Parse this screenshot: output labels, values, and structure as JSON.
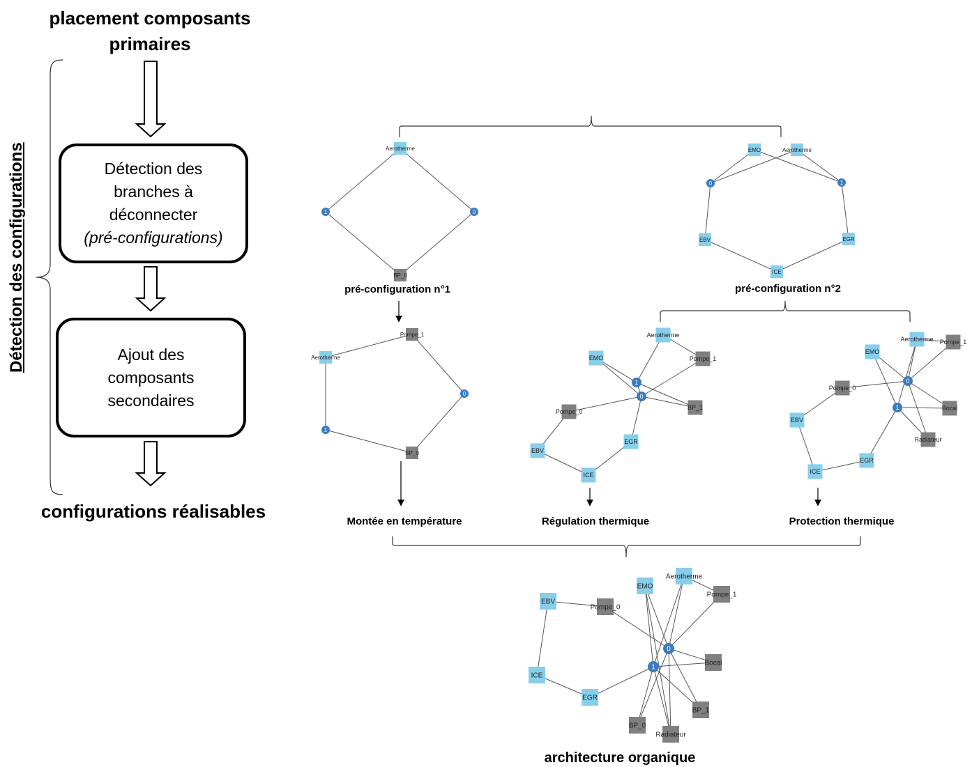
{
  "left": {
    "top_title": "placement composants primaires",
    "box1": {
      "line1": "Détection des",
      "line2": "branches à",
      "line3": "déconnecter",
      "line4": "(pré-configurations)"
    },
    "box2": {
      "line1": "Ajout des",
      "line2": "composants",
      "line3": "secondaires"
    },
    "bottom_title": "configurations réalisables",
    "vertical_title": "Détection des configurations"
  },
  "captions": {
    "pre1": "pré-configuration n°1",
    "pre2": "pré-configuration n°2",
    "mode1": "Montée en température",
    "mode2": "Régulation thermique",
    "mode3": "Protection thermique",
    "final": "architecture organique"
  },
  "colors": {
    "component_node": "#87ceeb",
    "secondary_node": "#808080",
    "junction_node": "#3b7bbf",
    "edge": "#555555"
  },
  "graphs": [
    {
      "id": "pre1",
      "nodes": [
        {
          "id": "Aerotherme",
          "label": "Aerotherme",
          "kind": "component"
        },
        {
          "id": "1",
          "label": "1",
          "kind": "junction"
        },
        {
          "id": "0",
          "label": "0",
          "kind": "junction"
        },
        {
          "id": "BP_0",
          "label": "BP_0",
          "kind": "secondary"
        }
      ],
      "edges": [
        [
          "Aerotherme",
          "1"
        ],
        [
          "Aerotherme",
          "0"
        ],
        [
          "1",
          "BP_0"
        ],
        [
          "0",
          "BP_0"
        ]
      ]
    },
    {
      "id": "pre2",
      "nodes": [
        {
          "id": "EMO",
          "label": "EMO",
          "kind": "component"
        },
        {
          "id": "Aerotherme",
          "label": "Aerotherme",
          "kind": "component"
        },
        {
          "id": "0",
          "label": "0",
          "kind": "junction"
        },
        {
          "id": "1",
          "label": "1",
          "kind": "junction"
        },
        {
          "id": "EBV",
          "label": "EBV",
          "kind": "component"
        },
        {
          "id": "EGR",
          "label": "EGR",
          "kind": "component"
        },
        {
          "id": "ICE",
          "label": "ICE",
          "kind": "component"
        }
      ],
      "edges": [
        [
          "0",
          "EMO"
        ],
        [
          "0",
          "Aerotherme"
        ],
        [
          "1",
          "EMO"
        ],
        [
          "1",
          "Aerotherme"
        ],
        [
          "0",
          "EBV"
        ],
        [
          "1",
          "EGR"
        ],
        [
          "EBV",
          "ICE"
        ],
        [
          "EGR",
          "ICE"
        ]
      ]
    },
    {
      "id": "mode1",
      "nodes": [
        {
          "id": "Pompe_1",
          "label": "Pompe_1",
          "kind": "secondary"
        },
        {
          "id": "Aerotherme",
          "label": "Aerotherme",
          "kind": "component"
        },
        {
          "id": "0",
          "label": "0",
          "kind": "junction"
        },
        {
          "id": "1",
          "label": "1",
          "kind": "junction"
        },
        {
          "id": "BP_0",
          "label": "BP_0",
          "kind": "secondary"
        }
      ],
      "edges": [
        [
          "Aerotherme",
          "Pompe_1"
        ],
        [
          "Pompe_1",
          "0"
        ],
        [
          "Aerotherme",
          "1"
        ],
        [
          "1",
          "BP_0"
        ],
        [
          "0",
          "BP_0"
        ]
      ]
    },
    {
      "id": "mode2",
      "nodes": [
        {
          "id": "Aerotherme",
          "label": "Aerotherme",
          "kind": "component"
        },
        {
          "id": "EMO",
          "label": "EMO",
          "kind": "component"
        },
        {
          "id": "Pompe_1",
          "label": "Pompe_1",
          "kind": "secondary"
        },
        {
          "id": "1",
          "label": "1",
          "kind": "junction"
        },
        {
          "id": "0",
          "label": "0",
          "kind": "junction"
        },
        {
          "id": "BP_1",
          "label": "BP_1",
          "kind": "secondary"
        },
        {
          "id": "Pompe_0",
          "label": "Pompe_0",
          "kind": "secondary"
        },
        {
          "id": "EGR",
          "label": "EGR",
          "kind": "component"
        },
        {
          "id": "EBV",
          "label": "EBV",
          "kind": "component"
        },
        {
          "id": "ICE",
          "label": "ICE",
          "kind": "component"
        }
      ],
      "edges": [
        [
          "Aerotherme",
          "Pompe_1"
        ],
        [
          "Aerotherme",
          "1"
        ],
        [
          "EMO",
          "1"
        ],
        [
          "EMO",
          "0"
        ],
        [
          "1",
          "BP_1"
        ],
        [
          "0",
          "BP_1"
        ],
        [
          "0",
          "Pompe_1"
        ],
        [
          "0",
          "Pompe_0"
        ],
        [
          "0",
          "EGR"
        ],
        [
          "Pompe_0",
          "EBV"
        ],
        [
          "EBV",
          "ICE"
        ],
        [
          "EGR",
          "ICE"
        ],
        [
          "1",
          "0"
        ]
      ]
    },
    {
      "id": "mode3",
      "nodes": [
        {
          "id": "Aerotherme",
          "label": "Aerotherme",
          "kind": "component"
        },
        {
          "id": "Pompe_1",
          "label": "Pompe_1",
          "kind": "secondary"
        },
        {
          "id": "EMO",
          "label": "EMO",
          "kind": "component"
        },
        {
          "id": "Pompe_0",
          "label": "Pompe_0",
          "kind": "secondary"
        },
        {
          "id": "0",
          "label": "0",
          "kind": "junction"
        },
        {
          "id": "1",
          "label": "1",
          "kind": "junction"
        },
        {
          "id": "Bocal",
          "label": "Bocal",
          "kind": "secondary"
        },
        {
          "id": "EBV",
          "label": "EBV",
          "kind": "component"
        },
        {
          "id": "Radiateur",
          "label": "Radiateur",
          "kind": "secondary"
        },
        {
          "id": "EGR",
          "label": "EGR",
          "kind": "component"
        },
        {
          "id": "ICE",
          "label": "ICE",
          "kind": "component"
        }
      ],
      "edges": [
        [
          "Aerotherme",
          "Pompe_1"
        ],
        [
          "Aerotherme",
          "0"
        ],
        [
          "Aerotherme",
          "1"
        ],
        [
          "Pompe_1",
          "0"
        ],
        [
          "EMO",
          "0"
        ],
        [
          "EMO",
          "1"
        ],
        [
          "Pompe_0",
          "0"
        ],
        [
          "0",
          "Bocal"
        ],
        [
          "1",
          "Bocal"
        ],
        [
          "0",
          "Radiateur"
        ],
        [
          "1",
          "Radiateur"
        ],
        [
          "1",
          "EGR"
        ],
        [
          "Pompe_0",
          "EBV"
        ],
        [
          "EBV",
          "ICE"
        ],
        [
          "EGR",
          "ICE"
        ]
      ]
    },
    {
      "id": "final",
      "nodes": [
        {
          "id": "Aerotherme",
          "label": "Aerotherme",
          "kind": "component"
        },
        {
          "id": "EMO",
          "label": "EMO",
          "kind": "component"
        },
        {
          "id": "Pompe_1",
          "label": "Pompe_1",
          "kind": "secondary"
        },
        {
          "id": "EBV",
          "label": "EBV",
          "kind": "component"
        },
        {
          "id": "Pompe_0",
          "label": "Pompe_0",
          "kind": "secondary"
        },
        {
          "id": "0",
          "label": "0",
          "kind": "junction"
        },
        {
          "id": "Bocal",
          "label": "Bocal",
          "kind": "secondary"
        },
        {
          "id": "1",
          "label": "1",
          "kind": "junction"
        },
        {
          "id": "ICE",
          "label": "ICE",
          "kind": "component"
        },
        {
          "id": "EGR",
          "label": "EGR",
          "kind": "component"
        },
        {
          "id": "BP_1",
          "label": "BP_1",
          "kind": "secondary"
        },
        {
          "id": "BP_0",
          "label": "BP_0",
          "kind": "secondary"
        },
        {
          "id": "Radiateur",
          "label": "Radiateur",
          "kind": "secondary"
        }
      ],
      "edges": [
        [
          "Aerotherme",
          "Pompe_1"
        ],
        [
          "Aerotherme",
          "0"
        ],
        [
          "Aerotherme",
          "1"
        ],
        [
          "EMO",
          "0"
        ],
        [
          "EMO",
          "1"
        ],
        [
          "EMO",
          "Radiateur"
        ],
        [
          "Pompe_1",
          "0"
        ],
        [
          "EBV",
          "Pompe_0"
        ],
        [
          "Pompe_0",
          "0"
        ],
        [
          "EBV",
          "ICE"
        ],
        [
          "ICE",
          "EGR"
        ],
        [
          "EGR",
          "1"
        ],
        [
          "0",
          "Bocal"
        ],
        [
          "1",
          "Bocal"
        ],
        [
          "0",
          "BP_1"
        ],
        [
          "1",
          "BP_0"
        ],
        [
          "0",
          "BP_0"
        ],
        [
          "1",
          "Radiateur"
        ],
        [
          "0",
          "Radiateur"
        ],
        [
          "1",
          "BP_1"
        ]
      ]
    }
  ]
}
